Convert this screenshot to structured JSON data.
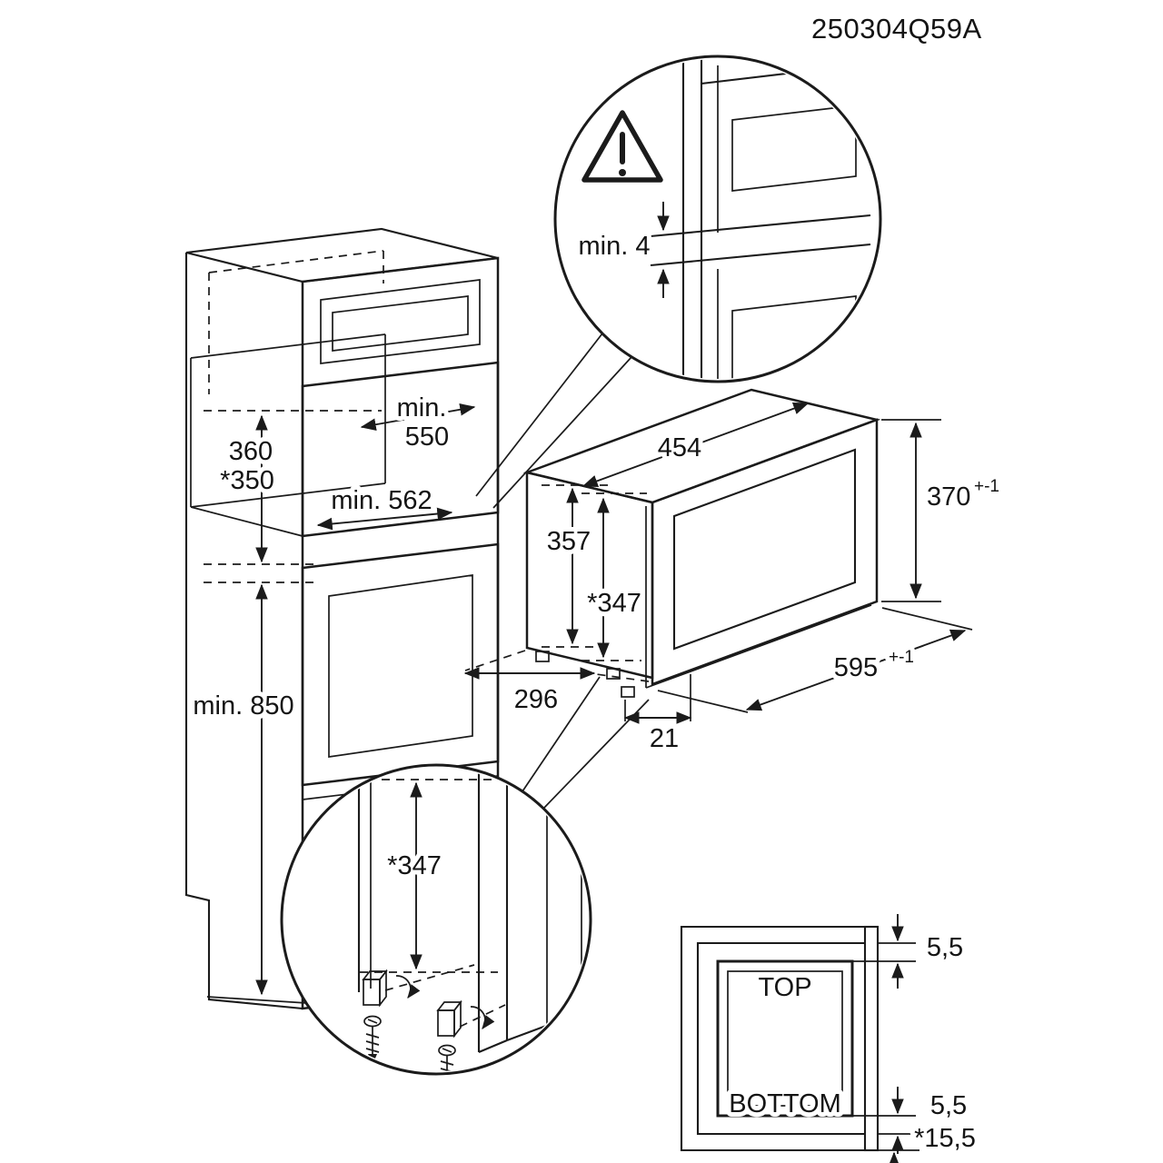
{
  "title": "250304Q59A",
  "colors": {
    "line": "#1b1b1b",
    "background": "#ffffff"
  },
  "cabinet": {
    "niche_width_label": "min.",
    "niche_width_value": "550",
    "niche_height": "360",
    "niche_height_alt": "*350",
    "niche_depth": "min. 562",
    "floor_clearance": "min. 850"
  },
  "gap_detail": {
    "gap": "min. 4"
  },
  "oven": {
    "body_width": "454",
    "body_height": "357",
    "body_height_alt": "*347",
    "front_height": "370",
    "front_height_tol": "+-1",
    "front_width": "595",
    "front_width_tol": "+-1",
    "body_depth": "296",
    "front_overlap": "21"
  },
  "mounting_detail": {
    "height": "*347"
  },
  "side_view": {
    "top": "TOP",
    "bottom": "BOTTOM",
    "gap_top": "5,5",
    "gap_bottom": "5,5",
    "offset_bottom": "*15,5"
  }
}
